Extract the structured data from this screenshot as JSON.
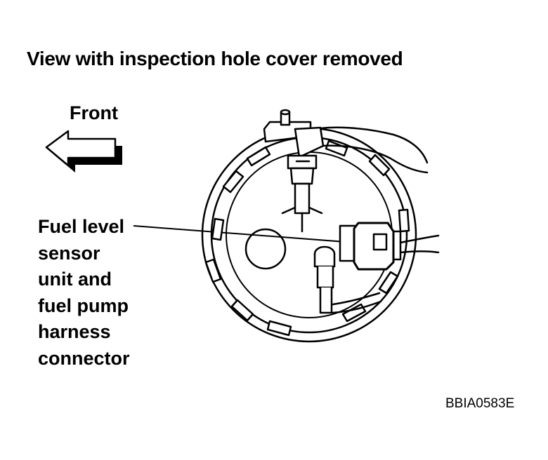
{
  "title": "View with inspection hole cover removed",
  "front_label": "Front",
  "callout_lines": [
    "Fuel level",
    "sensor",
    "unit and",
    "fuel pump",
    "harness",
    "connector"
  ],
  "figure_code": "BBIA0583E",
  "icons": {
    "direction_arrow": "left-arrow-icon"
  }
}
